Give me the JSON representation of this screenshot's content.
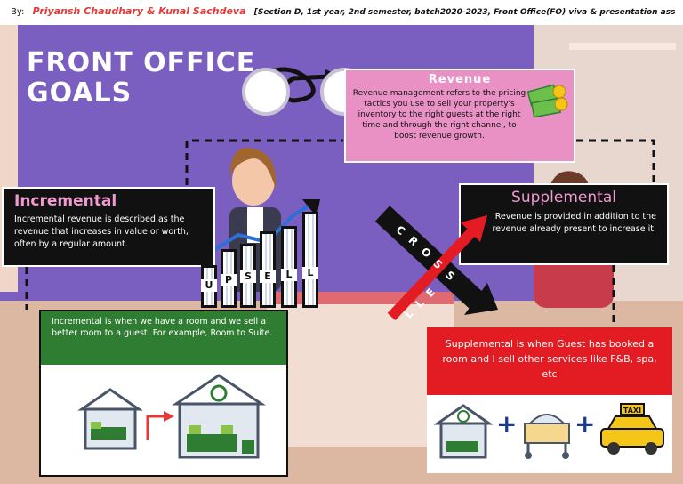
{
  "byline": {
    "prefix": "By:",
    "authors": "Priyansh Chaudhary & Kunal Sachdeva",
    "section": "[Section D, 1st year, 2nd semester, batch2020-2023, Front Office(FO) viva & presentation assessment]"
  },
  "title": {
    "line1": "FRONT OFFICE",
    "line2": "GOALS"
  },
  "revenue": {
    "title": "Revenue",
    "text": "Revenue management refers to the pricing tactics you use to sell your property's inventory to the right guests at the right time and through the right channel, to boost revenue growth."
  },
  "incremental": {
    "title": "Incremental",
    "text": "Incremental revenue is described as the revenue that increases in value or worth, often by a regular amount.",
    "example": "Incremental is when we have a room and we sell a better room to a guest. For example, Room to Suite."
  },
  "supplemental": {
    "title": "Supplemental",
    "text": "Revenue is provided in addition to the revenue already present to increase it.",
    "example": "Supplemental is when Guest has booked a room and I sell other services like F&B, spa, etc"
  },
  "upsell": {
    "letters": [
      "U",
      "P",
      "S",
      "E",
      "L",
      "L"
    ]
  },
  "cross": {
    "word": [
      "C",
      "R",
      "O",
      "S",
      "S"
    ],
    "tail": [
      "E",
      "L",
      "L"
    ]
  },
  "taxi_label": "TAXI",
  "colors": {
    "wall": "#7b5fc0",
    "revenue_box": "#e991c5",
    "incremental_title": "#f19ad0",
    "green": "#2e7d32",
    "red": "#e31b23",
    "byline_authors": "#e53935"
  },
  "icons": [
    "money-icon",
    "clock-icon",
    "bed-icon",
    "room-upgrade-icon",
    "room-service-cart-icon",
    "taxi-icon",
    "arrow-icon"
  ]
}
